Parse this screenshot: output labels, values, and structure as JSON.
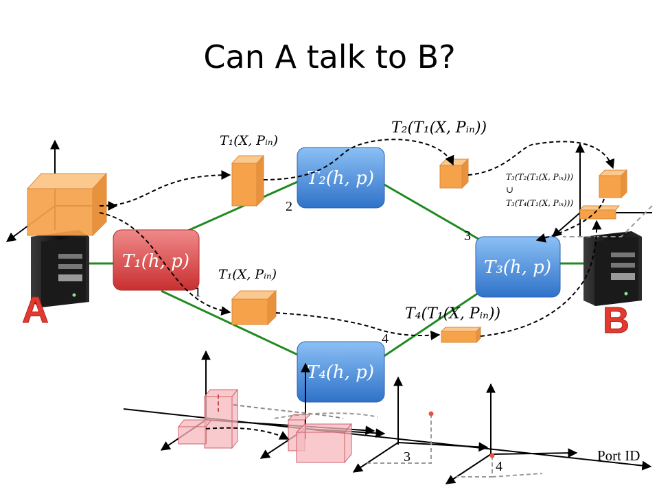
{
  "title": "Can A talk to B?",
  "hosts": {
    "a": "A",
    "b": "B"
  },
  "transfer_functions": {
    "t1": "T₁(h, p)",
    "t2": "T₂(h, p)",
    "t3": "T₃(h, p)",
    "t4": "T₄(h, p)"
  },
  "labels": {
    "t1_top": "T₁(X, Pᵢₙ)",
    "t1_bottom": "T₁(X, Pᵢₙ)",
    "t2_t1": "T₂(T₁(X, Pᵢₙ))",
    "t4_t1": "T₄(T₁(X, Pᵢₙ))",
    "t3_union_line1": "T₃(T₂(T₁(X, Pᵢₙ)))",
    "t3_union_op": "∪",
    "t3_union_line2": "T₃(T₄(T₁(X, Pᵢₙ)))"
  },
  "ports": {
    "p1": "1",
    "p2": "2",
    "p3": "3",
    "p4": "4",
    "axis_3": "3",
    "axis_4": "4"
  },
  "axis_label": "Port ID",
  "colors": {
    "link": "#1f8a1f",
    "t1_box": "#d93a3a",
    "t234_box": "#3f84d8",
    "header_space": "#f5a24b",
    "bottom_box": "#f5b8bd",
    "point": "#e8553f"
  }
}
